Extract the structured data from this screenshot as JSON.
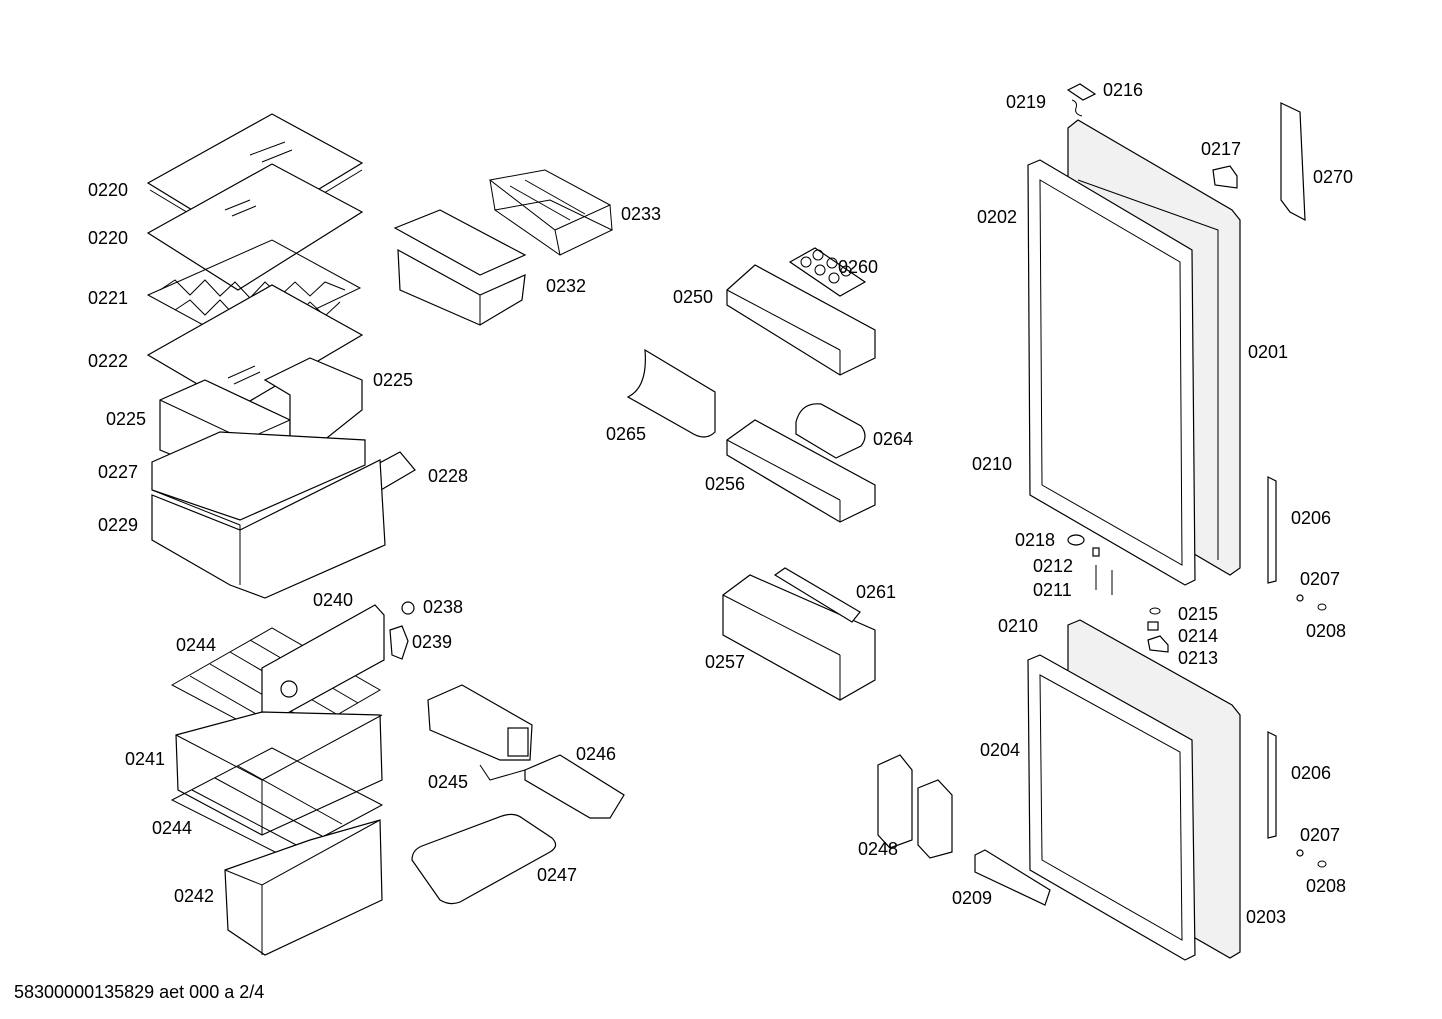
{
  "labels": {
    "l0220a": "0220",
    "l0220b": "0220",
    "l0221": "0221",
    "l0222": "0222",
    "l0225a": "0225",
    "l0225b": "0225",
    "l0227": "0227",
    "l0228": "0228",
    "l0229": "0229",
    "l0233": "0233",
    "l0232": "0232",
    "l0240": "0240",
    "l0238": "0238",
    "l0239": "0239",
    "l0244a": "0244",
    "l0241": "0241",
    "l0244b": "0244",
    "l0242": "0242",
    "l0246": "0246",
    "l0245": "0245",
    "l0247": "0247",
    "l0260": "0260",
    "l0250": "0250",
    "l0265": "0265",
    "l0264": "0264",
    "l0256": "0256",
    "l0261": "0261",
    "l0257": "0257",
    "l0248": "0248",
    "l0209": "0209",
    "l0219": "0219",
    "l0216": "0216",
    "l0217": "0217",
    "l0270": "0270",
    "l0202": "0202",
    "l0201": "0201",
    "l0210a": "0210",
    "l0206a": "0206",
    "l0218": "0218",
    "l0212": "0212",
    "l0211": "0211",
    "l0207a": "0207",
    "l0208a": "0208",
    "l0210b": "0210",
    "l0215": "0215",
    "l0214": "0214",
    "l0213": "0213",
    "l0204": "0204",
    "l0206b": "0206",
    "l0207b": "0207",
    "l0208b": "0208",
    "l0203": "0203"
  },
  "footer": "58300000135829 aet 000 a 2/4"
}
